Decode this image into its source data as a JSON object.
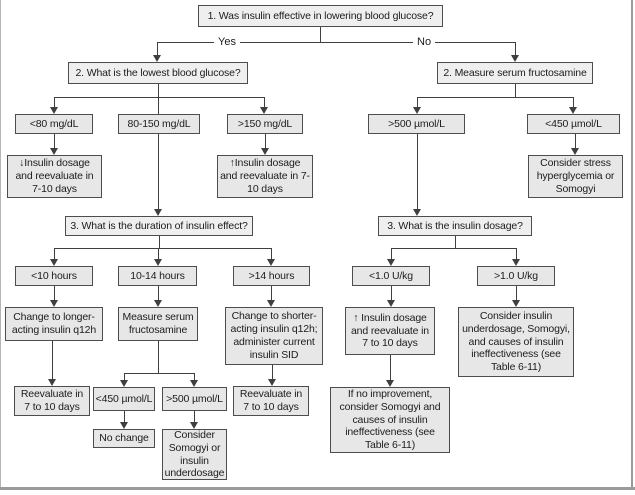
{
  "branch_labels": {
    "yes": "Yes",
    "no": "No"
  },
  "nodes": {
    "q1": "1. Was insulin effective in lowering blood glucose?",
    "q2_left": "2. What is the lowest blood glucose?",
    "q2_right": "2. Measure serum fructosamine",
    "bg_lt80": "<80 mg/dL",
    "bg_80_150": "80-150 mg/dL",
    "bg_gt150": ">150 mg/dL",
    "fructo_gt500": ">500 µmol/L",
    "fructo_lt450": "<450 µmol/L",
    "decrease_insulin": "↓Insulin dosage and reevaluate in 7-10 days",
    "increase_insulin": "↑Insulin dosage and reevaluate in 7-10 days",
    "stress_somogyi": "Consider stress hyperglycemia or Somogyi",
    "q3_left": "3. What is the duration of insulin effect?",
    "q3_right": "3. What is the insulin dosage?",
    "dur_lt10": "<10 hours",
    "dur_10_14": "10-14 hours",
    "dur_gt14": ">14 hours",
    "dose_lt1": "<1.0 U/kg",
    "dose_gt1": ">1.0 U/kg",
    "longer_acting": "Change to longer-acting insulin q12h",
    "measure_fructo2": "Measure serum fructosamine",
    "shorter_acting": "Change to shorter-acting insulin q12h; administer current insulin SID",
    "increase_7_10": "↑ Insulin dosage and reevaluate in 7 to 10 days",
    "consider_underdosage": "Consider insulin underdosage, Somogyi, and causes of insulin ineffectiveness (see Table 6-11)",
    "reeval_left": "Reevaluate in 7 to 10 days",
    "fructo2_lt450": "<450 µmol/L",
    "fructo2_gt500": ">500 µmol/L",
    "reeval_right": "Reevaluate in 7 to 10 days",
    "no_change": "No change",
    "somogyi_underdosage": "Consider Somogyi or insulin underdosage",
    "if_no_improvement": "If no improvement, consider Somogyi and causes of insulin ineffectiveness (see Table 6-11)"
  },
  "colors": {
    "box_fill": "#e7e7e7",
    "box_border": "#4d4d4d",
    "connector": "#3f3f3f",
    "frame": "#9a9a9a"
  }
}
